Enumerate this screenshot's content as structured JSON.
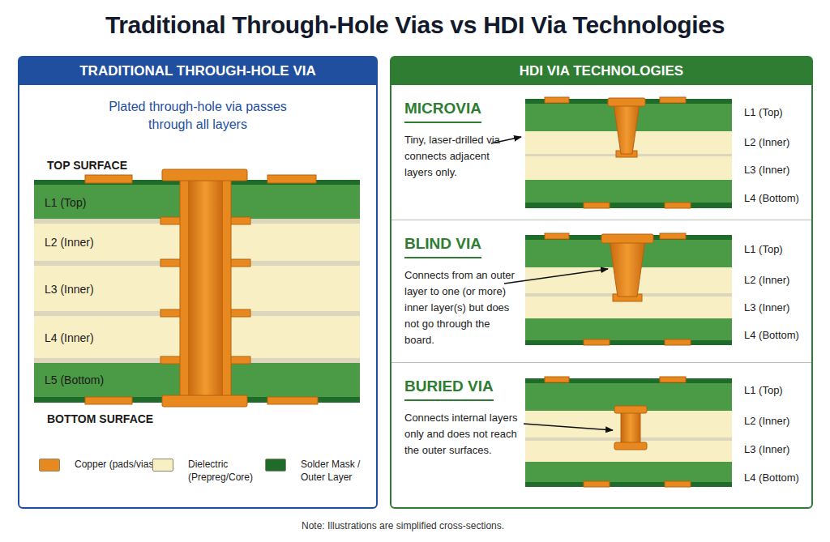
{
  "diagram": {
    "title": "Traditional Through-Hole Vias vs HDI Via Technologies",
    "nodes": [
      {
        "text": [
          "TRADITIONAL THROUGH-HOLE VIA",
          "Plated through-hole via passes through all layers"
        ]
      },
      {
        "text": [
          "HDI VIA TECHNOLOGIES"
        ]
      },
      {
        "text": [
          "MICROVIA",
          "Tiny, laser-drilled via connects adjacent layers only."
        ],
        "in": 1
      },
      {
        "text": [
          "BLIND VIA",
          "Connects from an outer layer to one (or more) inner layer(s) but does not go through the board."
        ],
        "in": 1
      },
      {
        "text": [
          "BURIED VIA",
          "Connects internal layers only and does not reach the outer surfaces."
        ],
        "in": 1
      }
    ],
    "labels": [
      "TOP SURFACE",
      "L1 (Top)",
      "L2 (Inner)",
      "L3 (Inner)",
      "L4 (Inner)",
      "L5 (Bottom)",
      "BOTTOM SURFACE",
      "L1 (Top)",
      "L2 (Inner)",
      "L3 (Inner)",
      "L4 (Bottom)",
      "L1 (Top)",
      "L2 (Inner)",
      "L3 (Inner)",
      "L4 (Bottom)",
      "L1 (Top)",
      "L2 (Inner)",
      "L3 (Inner)",
      "L4 (Bottom)",
      "Note: Illustrations are simplified cross-sections."
    ],
    "legend": [
      {
        "text": "Copper (pads/vias)",
        "color": "#e8891f"
      },
      {
        "text": "Dielectric (Prepreg/Core)",
        "color": "#f9efc4"
      },
      {
        "text": "Solder Mask / Outer Layer",
        "color": "#1f6b2a"
      }
    ]
  }
}
